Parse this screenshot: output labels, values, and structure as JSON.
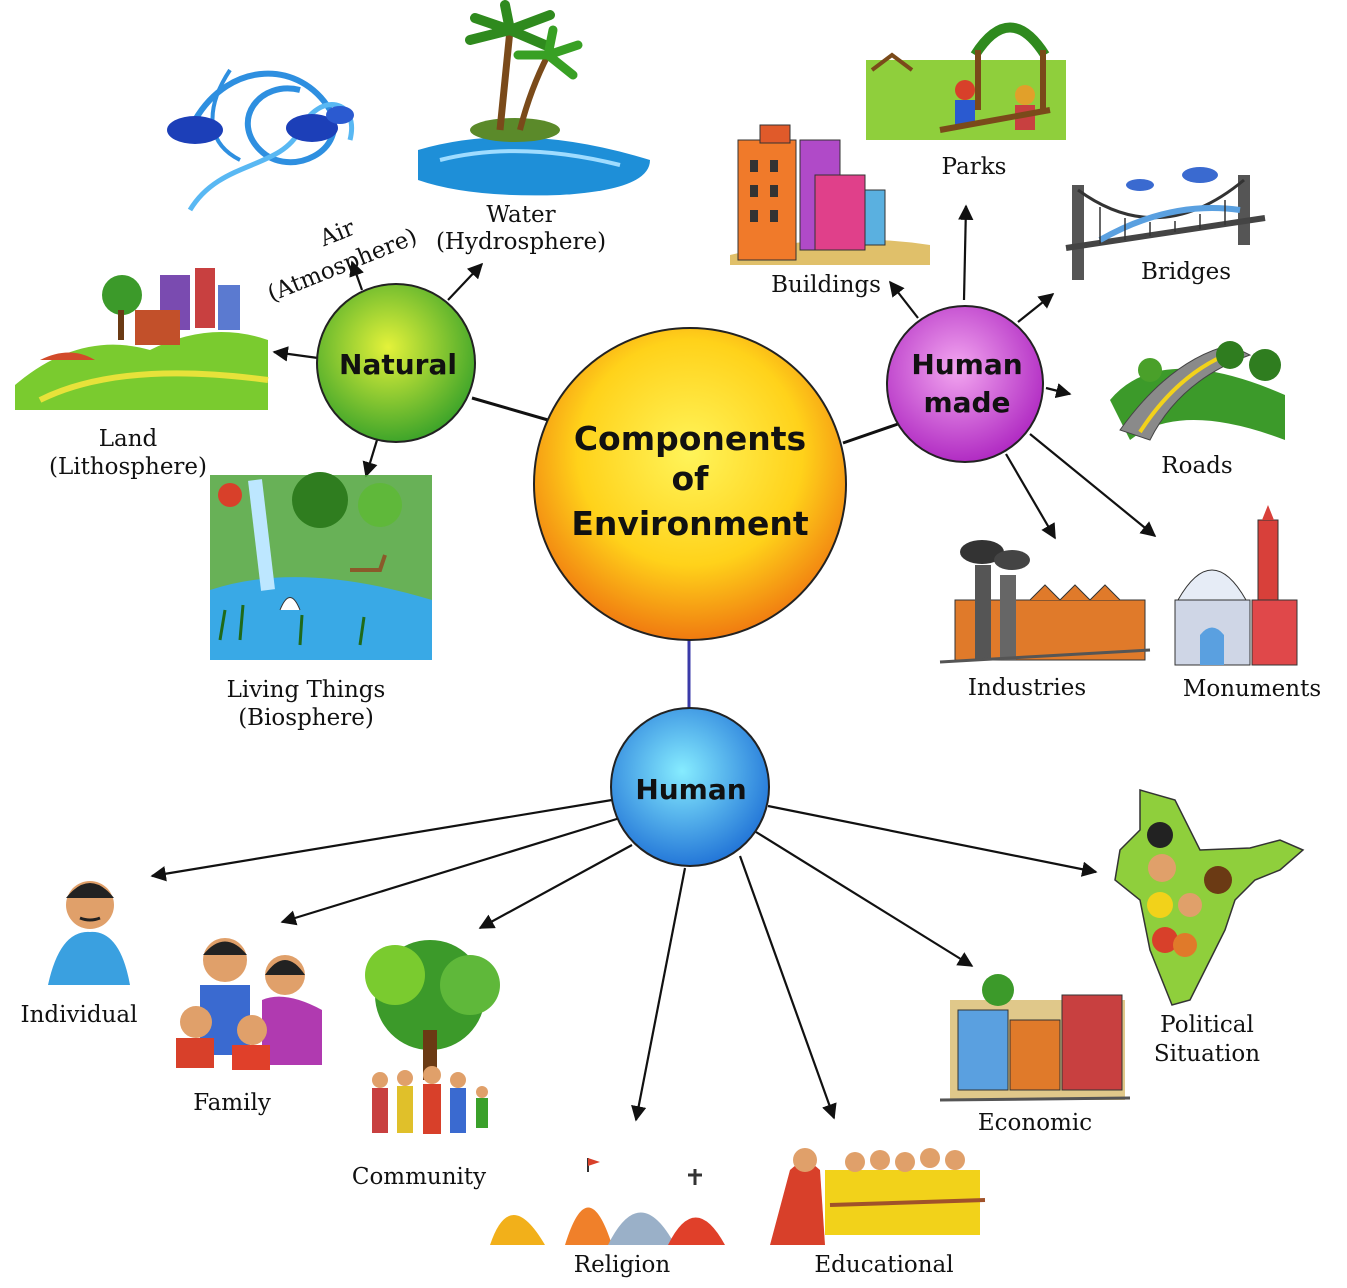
{
  "center": {
    "lines": [
      "Components",
      "of",
      "Environment"
    ]
  },
  "hubs": {
    "natural": {
      "lines": [
        "Natural"
      ]
    },
    "human_made": {
      "lines": [
        "Human",
        "made"
      ]
    },
    "human": {
      "lines": [
        "Human"
      ]
    }
  },
  "natural_items": {
    "air": [
      "Air",
      "(Atmosphere)"
    ],
    "water": [
      "Water",
      "(Hydrosphere)"
    ],
    "land": [
      "Land",
      "(Lithosphere)"
    ],
    "living": [
      "Living Things",
      "(Biosphere)"
    ]
  },
  "human_made_items": {
    "parks": "Parks",
    "buildings": "Buildings",
    "bridges": "Bridges",
    "roads": "Roads",
    "industries": "Industries",
    "monuments": "Monuments"
  },
  "human_items": {
    "individual": "Individual",
    "family": "Family",
    "community": "Community",
    "religion": "Religion",
    "educational": "Educational",
    "economic": "Economic",
    "political": [
      "Political",
      "Situation"
    ]
  },
  "icons": [
    "air-icon",
    "water-island-icon",
    "land-icon",
    "living-things-icon",
    "parks-icon",
    "buildings-icon",
    "bridge-icon",
    "road-icon",
    "industry-icon",
    "monument-icon",
    "individual-icon",
    "family-icon",
    "community-icon",
    "religion-icon",
    "educational-icon",
    "economic-icon",
    "political-map-icon"
  ]
}
